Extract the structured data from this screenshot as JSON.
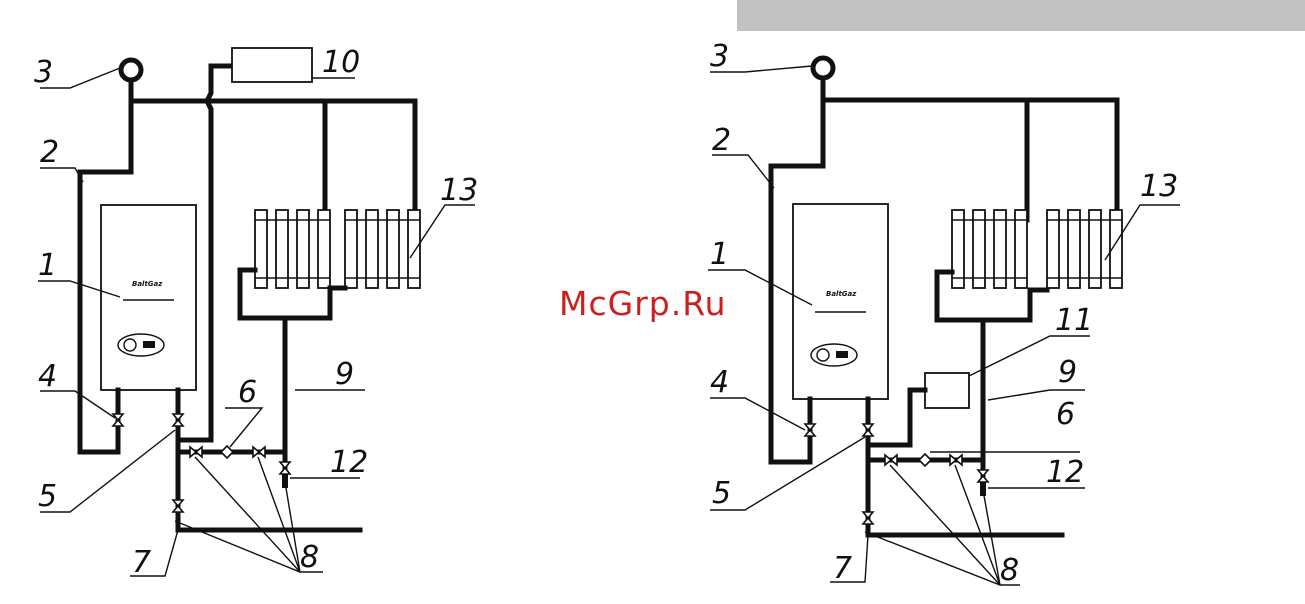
{
  "header_bar_color": "#c2c2c2",
  "watermark": "McGrp.Ru",
  "watermark_color": "#cc2020",
  "boiler_brand": "BaltGaz",
  "left_scheme": {
    "labels": [
      "1",
      "2",
      "3",
      "4",
      "5",
      "6",
      "7",
      "8",
      "9",
      "10",
      "12",
      "13"
    ]
  },
  "right_scheme": {
    "labels": [
      "1",
      "2",
      "3",
      "4",
      "5",
      "6",
      "7",
      "8",
      "9",
      "11",
      "12",
      "13"
    ]
  }
}
